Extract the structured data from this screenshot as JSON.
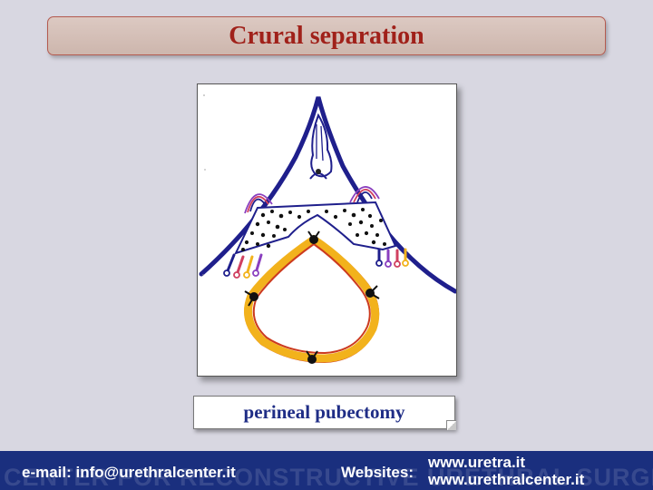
{
  "title": "Crural separation",
  "caption": "perineal pubectomy",
  "footer": {
    "email": "e-mail: info@urethralcenter.it",
    "websites_label": "Websites:",
    "website_1": "www.uretra.it",
    "website_2": "www.urethralcenter.it",
    "watermark": "CENTER FOR RECONSTRUCTIVE URETHRAL SURGERY"
  },
  "colors": {
    "background": "#d8d7e1",
    "title_text": "#a0211a",
    "caption_text": "#1f2d86",
    "footer_bar": "#1a2f7e",
    "drawing_outline": "#1f1f8c",
    "drawing_orange": "#f2b21c",
    "drawing_red": "#cc3a1e"
  }
}
